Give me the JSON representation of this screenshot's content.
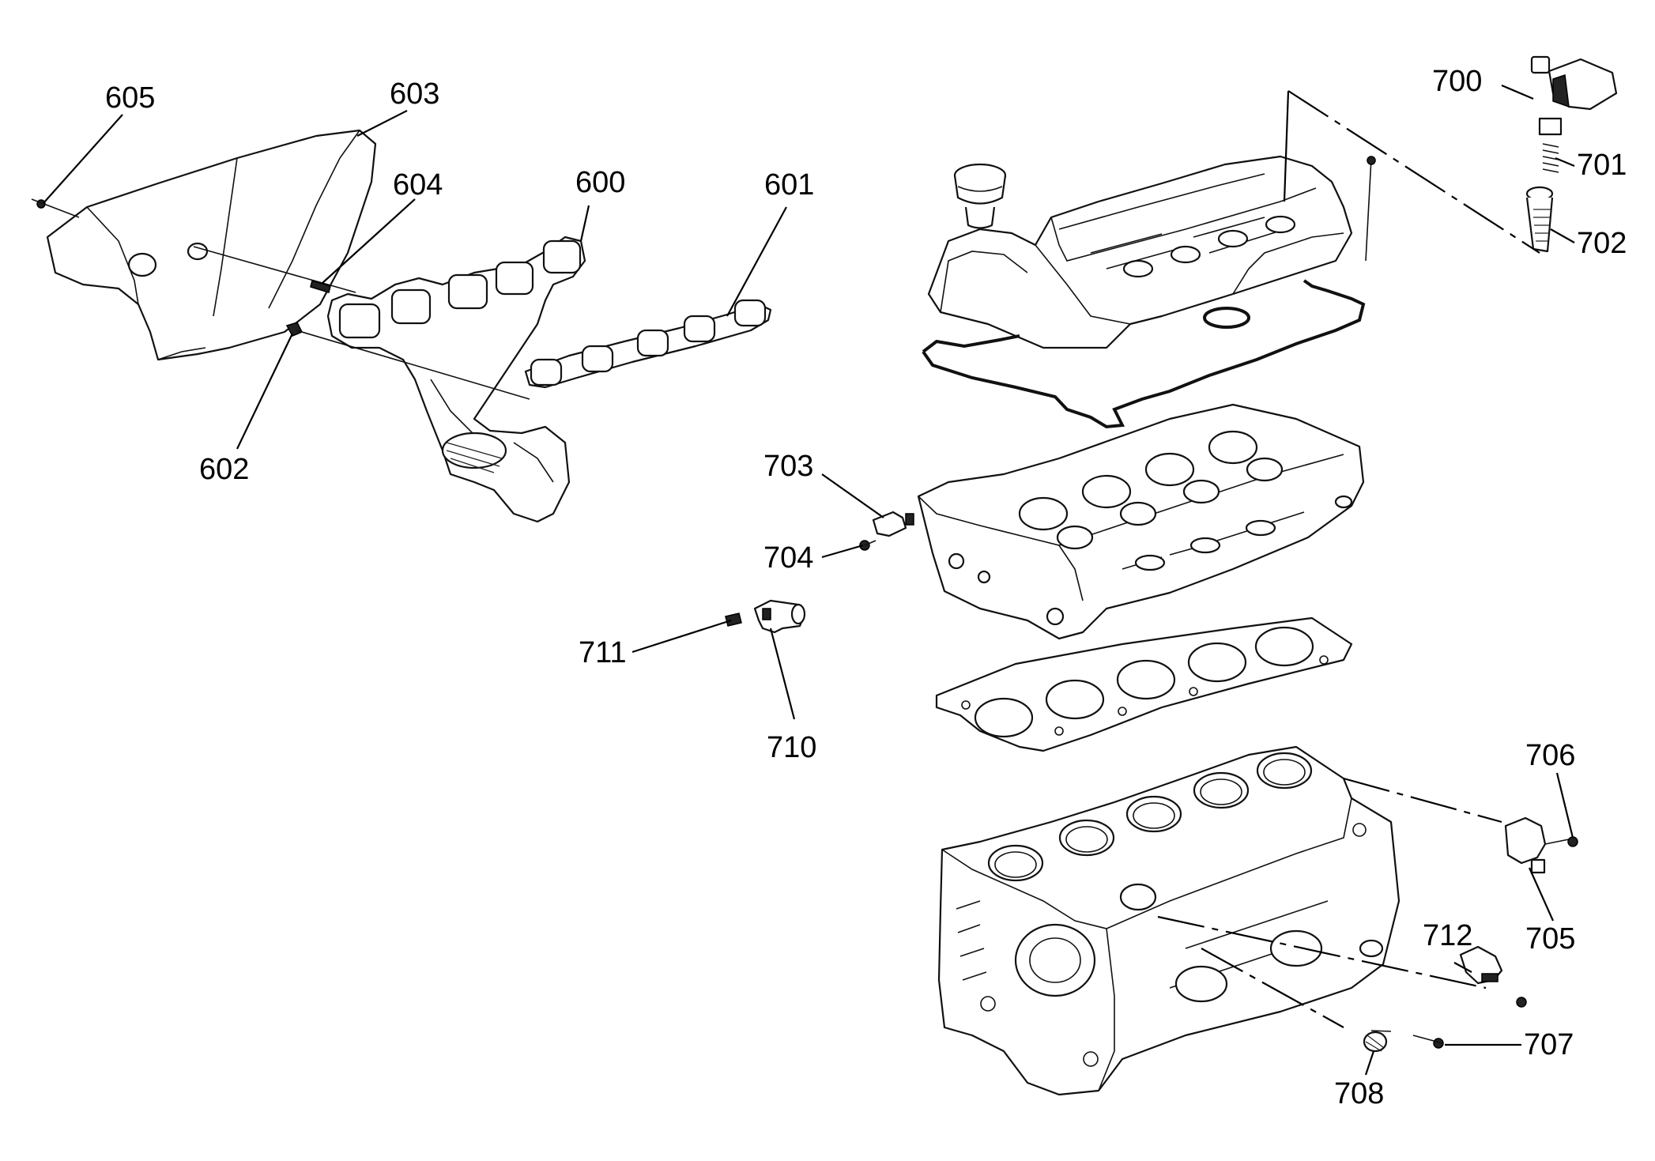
{
  "callouts": {
    "c600": "600",
    "c601": "601",
    "c602": "602",
    "c603": "603",
    "c604": "604",
    "c605": "605",
    "c700": "700",
    "c701": "701",
    "c702": "702",
    "c703": "703",
    "c704": "704",
    "c705": "705",
    "c706": "706",
    "c707": "707",
    "c708": "708",
    "c710": "710",
    "c711": "711",
    "c712": "712"
  },
  "parts": [
    "exhaust-manifold",
    "exhaust-manifold-gasket",
    "manifold-bolt",
    "heat-shield",
    "manifold-stud",
    "heat-shield-bolt",
    "ignition-coil",
    "ignition-coil-spring",
    "ignition-coil-boot",
    "valve-cover",
    "oil-filler-cap",
    "valve-cover-gasket",
    "cylinder-head",
    "head-gasket",
    "engine-block",
    "sensor-703",
    "sensor-bolt-704",
    "camshaft-position-sensor",
    "sensor-bolt-711",
    "oil-pressure-switch",
    "knock-sensor",
    "bolt-707",
    "oil-plug-708",
    "crankshaft-position-sensor"
  ]
}
